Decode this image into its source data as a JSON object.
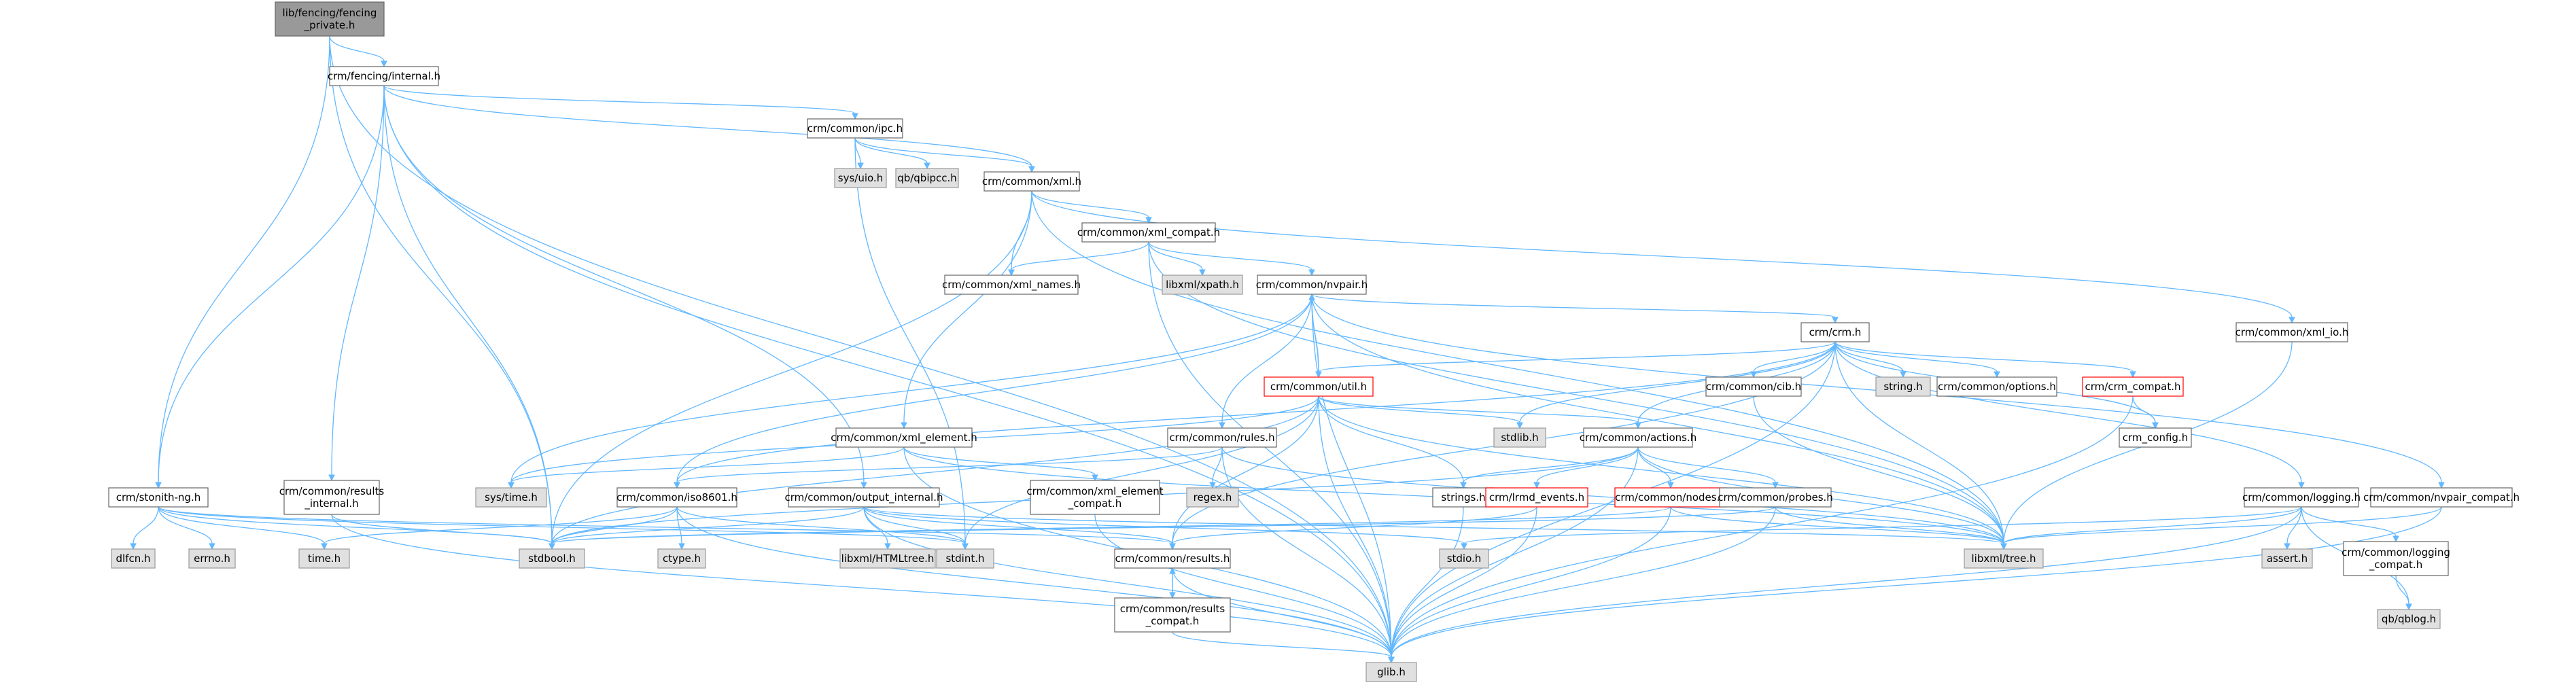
{
  "diagram": {
    "type": "include-dependency-graph",
    "colors": {
      "edge": "#63b8ff",
      "root_fill": "#999999",
      "normal_fill": "#ffffff",
      "normal_stroke": "#666666",
      "external_fill": "#e0e0e0",
      "external_stroke": "#999999",
      "truncated_stroke": "#ff0000",
      "text": "#000000"
    },
    "nodes": [
      {
        "id": "fencing_private",
        "lines": [
          "lib/fencing/fencing",
          "_private.h"
        ],
        "kind": "root"
      },
      {
        "id": "fencing_internal",
        "lines": [
          "crm/fencing/internal.h"
        ],
        "kind": "normal"
      },
      {
        "id": "stonith_ng",
        "lines": [
          "crm/stonith-ng.h"
        ],
        "kind": "normal"
      },
      {
        "id": "ipc",
        "lines": [
          "crm/common/ipc.h"
        ],
        "kind": "normal"
      },
      {
        "id": "results_internal",
        "lines": [
          "crm/common/results",
          "_internal.h"
        ],
        "kind": "normal"
      },
      {
        "id": "output_internal",
        "lines": [
          "crm/common/output_internal.h"
        ],
        "kind": "normal"
      },
      {
        "id": "xml",
        "lines": [
          "crm/common/xml.h"
        ],
        "kind": "normal"
      },
      {
        "id": "sys_uio",
        "lines": [
          "sys/uio.h"
        ],
        "kind": "external"
      },
      {
        "id": "qb_ipcc",
        "lines": [
          "qb/qbipcc.h"
        ],
        "kind": "external"
      },
      {
        "id": "xml_compat",
        "lines": [
          "crm/common/xml_compat.h"
        ],
        "kind": "normal"
      },
      {
        "id": "xml_names",
        "lines": [
          "crm/common/xml_names.h"
        ],
        "kind": "normal"
      },
      {
        "id": "libxml_xpath",
        "lines": [
          "libxml/xpath.h"
        ],
        "kind": "external"
      },
      {
        "id": "nvpair",
        "lines": [
          "crm/common/nvpair.h"
        ],
        "kind": "normal"
      },
      {
        "id": "xml_io",
        "lines": [
          "crm/common/xml_io.h"
        ],
        "kind": "normal"
      },
      {
        "id": "crm",
        "lines": [
          "crm/crm.h"
        ],
        "kind": "normal"
      },
      {
        "id": "util",
        "lines": [
          "crm/common/util.h"
        ],
        "kind": "truncated"
      },
      {
        "id": "cib",
        "lines": [
          "crm/common/cib.h"
        ],
        "kind": "normal"
      },
      {
        "id": "string_h",
        "lines": [
          "string.h"
        ],
        "kind": "external"
      },
      {
        "id": "options",
        "lines": [
          "crm/common/options.h"
        ],
        "kind": "normal"
      },
      {
        "id": "crm_compat",
        "lines": [
          "crm/crm_compat.h"
        ],
        "kind": "truncated"
      },
      {
        "id": "crm_config",
        "lines": [
          "crm_config.h"
        ],
        "kind": "normal"
      },
      {
        "id": "xml_element",
        "lines": [
          "crm/common/xml_element.h"
        ],
        "kind": "normal"
      },
      {
        "id": "rules",
        "lines": [
          "crm/common/rules.h"
        ],
        "kind": "normal"
      },
      {
        "id": "stdlib",
        "lines": [
          "stdlib.h"
        ],
        "kind": "external"
      },
      {
        "id": "actions",
        "lines": [
          "crm/common/actions.h"
        ],
        "kind": "normal"
      },
      {
        "id": "sys_time",
        "lines": [
          "sys/time.h"
        ],
        "kind": "external"
      },
      {
        "id": "iso8601",
        "lines": [
          "crm/common/iso8601.h"
        ],
        "kind": "normal"
      },
      {
        "id": "xml_element_compat",
        "lines": [
          "crm/common/xml_element",
          "_compat.h"
        ],
        "kind": "normal"
      },
      {
        "id": "regex",
        "lines": [
          "regex.h"
        ],
        "kind": "external"
      },
      {
        "id": "strings",
        "lines": [
          "strings.h"
        ],
        "kind": "normal"
      },
      {
        "id": "lrmd_events",
        "lines": [
          "crm/lrmd_events.h"
        ],
        "kind": "truncated"
      },
      {
        "id": "nodes",
        "lines": [
          "crm/common/nodes.h"
        ],
        "kind": "truncated"
      },
      {
        "id": "probes",
        "lines": [
          "crm/common/probes.h"
        ],
        "kind": "normal"
      },
      {
        "id": "logging",
        "lines": [
          "crm/common/logging.h"
        ],
        "kind": "normal"
      },
      {
        "id": "nvpair_compat",
        "lines": [
          "crm/common/nvpair_compat.h"
        ],
        "kind": "normal"
      },
      {
        "id": "dlfcn",
        "lines": [
          "dlfcn.h"
        ],
        "kind": "external"
      },
      {
        "id": "errno",
        "lines": [
          "errno.h"
        ],
        "kind": "external"
      },
      {
        "id": "time_h",
        "lines": [
          "time.h"
        ],
        "kind": "external"
      },
      {
        "id": "stdbool",
        "lines": [
          "stdbool.h"
        ],
        "kind": "external"
      },
      {
        "id": "ctype",
        "lines": [
          "ctype.h"
        ],
        "kind": "external"
      },
      {
        "id": "libxml_htmltree",
        "lines": [
          "libxml/HTMLtree.h"
        ],
        "kind": "external"
      },
      {
        "id": "stdint",
        "lines": [
          "stdint.h"
        ],
        "kind": "external"
      },
      {
        "id": "results",
        "lines": [
          "crm/common/results.h"
        ],
        "kind": "normal"
      },
      {
        "id": "stdio",
        "lines": [
          "stdio.h"
        ],
        "kind": "external"
      },
      {
        "id": "libxml_tree",
        "lines": [
          "libxml/tree.h"
        ],
        "kind": "external"
      },
      {
        "id": "assert",
        "lines": [
          "assert.h"
        ],
        "kind": "external"
      },
      {
        "id": "logging_compat",
        "lines": [
          "crm/common/logging",
          "_compat.h"
        ],
        "kind": "normal"
      },
      {
        "id": "results_compat",
        "lines": [
          "crm/common/results",
          "_compat.h"
        ],
        "kind": "normal"
      },
      {
        "id": "qb_log",
        "lines": [
          "qb/qblog.h"
        ],
        "kind": "external"
      },
      {
        "id": "glib",
        "lines": [
          "glib.h"
        ],
        "kind": "external"
      }
    ],
    "edges": [
      [
        "fencing_private",
        "fencing_internal"
      ],
      [
        "fencing_private",
        "stonith_ng"
      ],
      [
        "fencing_private",
        "glib"
      ],
      [
        "fencing_private",
        "stdbool"
      ],
      [
        "fencing_internal",
        "glib"
      ],
      [
        "fencing_internal",
        "stonith_ng"
      ],
      [
        "fencing_internal",
        "ipc"
      ],
      [
        "fencing_internal",
        "xml"
      ],
      [
        "fencing_internal",
        "results_internal"
      ],
      [
        "fencing_internal",
        "output_internal"
      ],
      [
        "fencing_internal",
        "stdbool"
      ],
      [
        "ipc",
        "sys_uio"
      ],
      [
        "ipc",
        "qb_ipcc"
      ],
      [
        "ipc",
        "xml"
      ],
      [
        "ipc",
        "stdint"
      ],
      [
        "xml",
        "xml_names"
      ],
      [
        "xml",
        "xml_compat"
      ],
      [
        "xml",
        "xml_element"
      ],
      [
        "xml",
        "xml_io"
      ],
      [
        "xml",
        "stdbool"
      ],
      [
        "xml",
        "libxml_tree"
      ],
      [
        "xml_compat",
        "xml_names"
      ],
      [
        "xml_compat",
        "libxml_xpath"
      ],
      [
        "xml_compat",
        "nvpair"
      ],
      [
        "xml_compat",
        "glib"
      ],
      [
        "xml_compat",
        "libxml_tree"
      ],
      [
        "nvpair",
        "crm"
      ],
      [
        "nvpair",
        "rules"
      ],
      [
        "nvpair",
        "util"
      ],
      [
        "nvpair",
        "sys_time"
      ],
      [
        "nvpair",
        "glib"
      ],
      [
        "nvpair",
        "libxml_tree"
      ],
      [
        "nvpair",
        "nvpair_compat"
      ],
      [
        "nvpair",
        "iso8601"
      ],
      [
        "xml_io",
        "libxml_tree"
      ],
      [
        "crm",
        "util"
      ],
      [
        "crm",
        "cib"
      ],
      [
        "crm",
        "string_h"
      ],
      [
        "crm",
        "options"
      ],
      [
        "crm",
        "crm_compat"
      ],
      [
        "crm",
        "crm_config"
      ],
      [
        "crm",
        "stdlib"
      ],
      [
        "crm",
        "actions"
      ],
      [
        "crm",
        "logging"
      ],
      [
        "crm",
        "results"
      ],
      [
        "crm",
        "glib"
      ],
      [
        "crm",
        "libxml_tree"
      ],
      [
        "crm",
        "iso8601"
      ],
      [
        "util",
        "nvpair"
      ],
      [
        "util",
        "stdlib"
      ],
      [
        "util",
        "actions"
      ],
      [
        "util",
        "strings"
      ],
      [
        "util",
        "sys_time"
      ],
      [
        "util",
        "stdint"
      ],
      [
        "util",
        "stdbool"
      ],
      [
        "util",
        "results"
      ],
      [
        "util",
        "glib"
      ],
      [
        "util",
        "libxml_tree"
      ],
      [
        "cib",
        "libxml_tree"
      ],
      [
        "crm_compat",
        "crm_config"
      ],
      [
        "crm_compat",
        "glib"
      ],
      [
        "xml_element",
        "sys_time"
      ],
      [
        "xml_element",
        "xml_element_compat"
      ],
      [
        "xml_element",
        "glib"
      ],
      [
        "xml_element",
        "libxml_tree"
      ],
      [
        "rules",
        "regex"
      ],
      [
        "rules",
        "iso8601"
      ],
      [
        "rules",
        "glib"
      ],
      [
        "rules",
        "libxml_tree"
      ],
      [
        "actions",
        "strings"
      ],
      [
        "actions",
        "lrmd_events"
      ],
      [
        "actions",
        "nodes"
      ],
      [
        "actions",
        "probes"
      ],
      [
        "actions",
        "stdbool"
      ],
      [
        "actions",
        "glib"
      ],
      [
        "actions",
        "libxml_tree"
      ],
      [
        "iso8601",
        "time_h"
      ],
      [
        "iso8601",
        "ctype"
      ],
      [
        "iso8601",
        "stdint"
      ],
      [
        "iso8601",
        "stdbool"
      ],
      [
        "iso8601",
        "glib"
      ],
      [
        "xml_element_compat",
        "glib"
      ],
      [
        "strings",
        "glib"
      ],
      [
        "lrmd_events",
        "results"
      ],
      [
        "lrmd_events",
        "glib"
      ],
      [
        "nodes",
        "stdbool"
      ],
      [
        "nodes",
        "glib"
      ],
      [
        "nodes",
        "libxml_tree"
      ],
      [
        "probes",
        "stdbool"
      ],
      [
        "probes",
        "glib"
      ],
      [
        "probes",
        "libxml_tree"
      ],
      [
        "logging",
        "stdio"
      ],
      [
        "logging",
        "assert"
      ],
      [
        "logging",
        "logging_compat"
      ],
      [
        "logging",
        "qb_log"
      ],
      [
        "logging",
        "glib"
      ],
      [
        "logging",
        "libxml_tree"
      ],
      [
        "logging_compat",
        "qb_log"
      ],
      [
        "nvpair_compat",
        "glib"
      ],
      [
        "nvpair_compat",
        "libxml_tree"
      ],
      [
        "stonith_ng",
        "dlfcn"
      ],
      [
        "stonith_ng",
        "errno"
      ],
      [
        "stonith_ng",
        "time_h"
      ],
      [
        "stonith_ng",
        "stdbool"
      ],
      [
        "stonith_ng",
        "stdint"
      ],
      [
        "stonith_ng",
        "results"
      ],
      [
        "results_internal",
        "glib"
      ],
      [
        "results_internal",
        "stdbool"
      ],
      [
        "output_internal",
        "stdio"
      ],
      [
        "output_internal",
        "libxml_tree"
      ],
      [
        "output_internal",
        "libxml_htmltree"
      ],
      [
        "output_internal",
        "stdint"
      ],
      [
        "output_internal",
        "stdbool"
      ],
      [
        "output_internal",
        "results"
      ],
      [
        "output_internal",
        "glib"
      ],
      [
        "results",
        "results_compat"
      ],
      [
        "results",
        "glib"
      ],
      [
        "results_compat",
        "results"
      ],
      [
        "results_compat",
        "glib"
      ]
    ]
  }
}
